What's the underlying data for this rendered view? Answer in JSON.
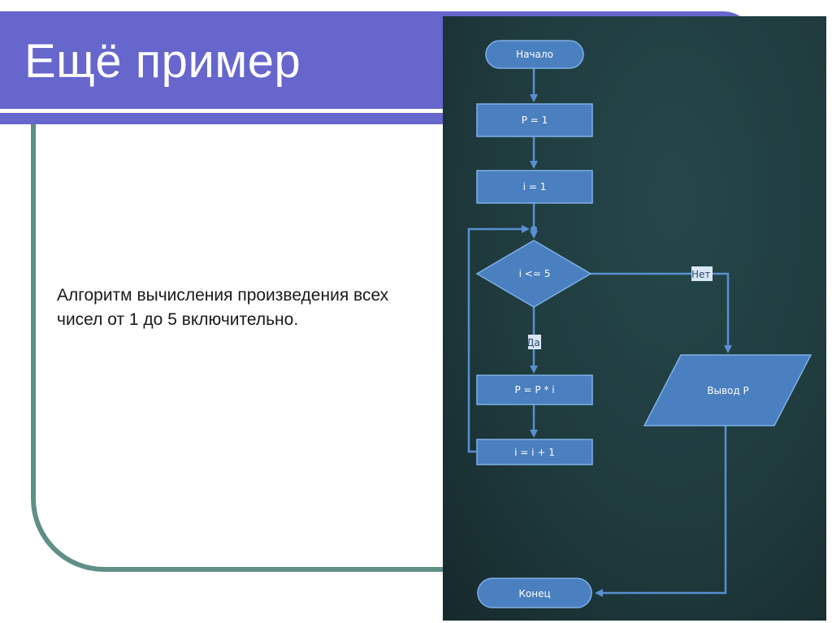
{
  "slide": {
    "title": "Ещё пример",
    "description": "Алгоритм вычисления произведения всех чисел от 1 до 5 включительно."
  },
  "flowchart": {
    "start": "Начало",
    "init_p": "P = 1",
    "init_i": "i = 1",
    "condition": "i <= 5",
    "yes_label": "Да",
    "no_label": "Нет",
    "multiply": "P = P * i",
    "increment": "i = i + 1",
    "output": "Вывод P",
    "end": "Конец"
  },
  "colors": {
    "header": "#6666cc",
    "frame": "#5f8f86",
    "board": "#1f3b3e",
    "shape_fill": "#4a7fc0",
    "shape_stroke": "#7fb0e6",
    "connector": "#5a8fd0"
  }
}
